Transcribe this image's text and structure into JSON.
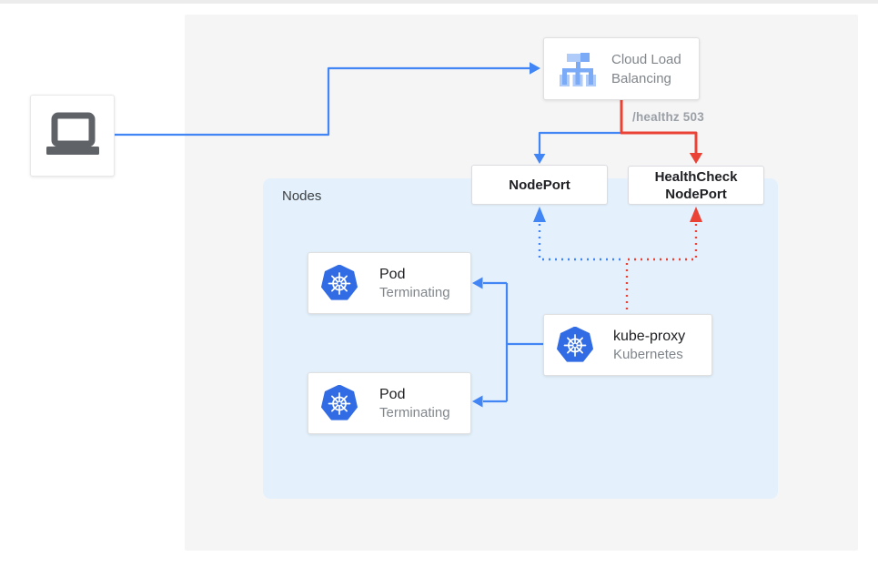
{
  "colors": {
    "blue": "#4285F4",
    "red": "#EA4335",
    "k8s-blue": "#326CE5",
    "canvas-gray": "#F5F5F6",
    "nodes-bg": "#E4F1FC",
    "card-border": "#E0E0E0",
    "text-dark": "#202124",
    "text-gray": "#80868B",
    "healthz-gray": "#9AA0A6",
    "laptop-gray": "#5F6368",
    "clb-light": "#AECBFA",
    "clb-mid": "#7BAAF7"
  },
  "icons": {
    "client": "laptop-icon",
    "load_balancer": "cloud-load-balancing-icon",
    "kubernetes": "kubernetes-wheel-icon"
  },
  "cloud_load_balancing": {
    "label": "Cloud Load Balancing"
  },
  "healthz": {
    "label": "/healthz 503"
  },
  "nodeport": {
    "label": "NodePort"
  },
  "healthcheck_nodeport": {
    "label": "HealthCheck NodePort"
  },
  "nodes_panel": {
    "label": "Nodes"
  },
  "pods": [
    {
      "title": "Pod",
      "status": "Terminating"
    },
    {
      "title": "Pod",
      "status": "Terminating"
    }
  ],
  "kube_proxy": {
    "title": "kube-proxy",
    "subtitle": "Kubernetes"
  }
}
